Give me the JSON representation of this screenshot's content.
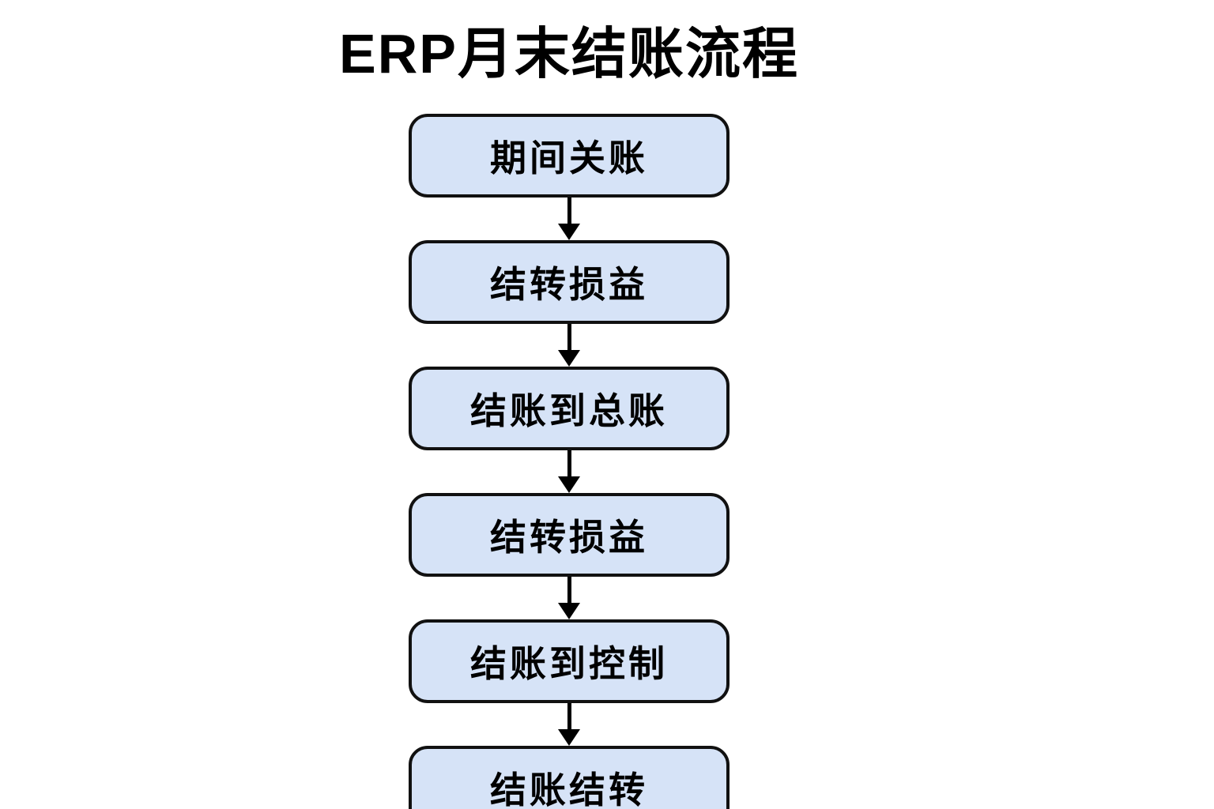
{
  "title": "ERP月末结账流程",
  "diagram": {
    "type": "flowchart",
    "flow_direction": "top-to-bottom",
    "nodes": [
      {
        "label": "期间关账"
      },
      {
        "label": "结转损益"
      },
      {
        "label": "结账到总账"
      },
      {
        "label": "结转损益"
      },
      {
        "label": "结账到控制"
      },
      {
        "label": "结账结转"
      }
    ],
    "edges": [
      {
        "from": 0,
        "to": 1
      },
      {
        "from": 1,
        "to": 2
      },
      {
        "from": 2,
        "to": 3
      },
      {
        "from": 3,
        "to": 4
      },
      {
        "from": 4,
        "to": 5
      }
    ]
  },
  "colors": {
    "background": "#ffffff",
    "node_fill": "#d6e3f7",
    "node_border": "#111111",
    "arrow": "#000000",
    "text": "#000000"
  }
}
